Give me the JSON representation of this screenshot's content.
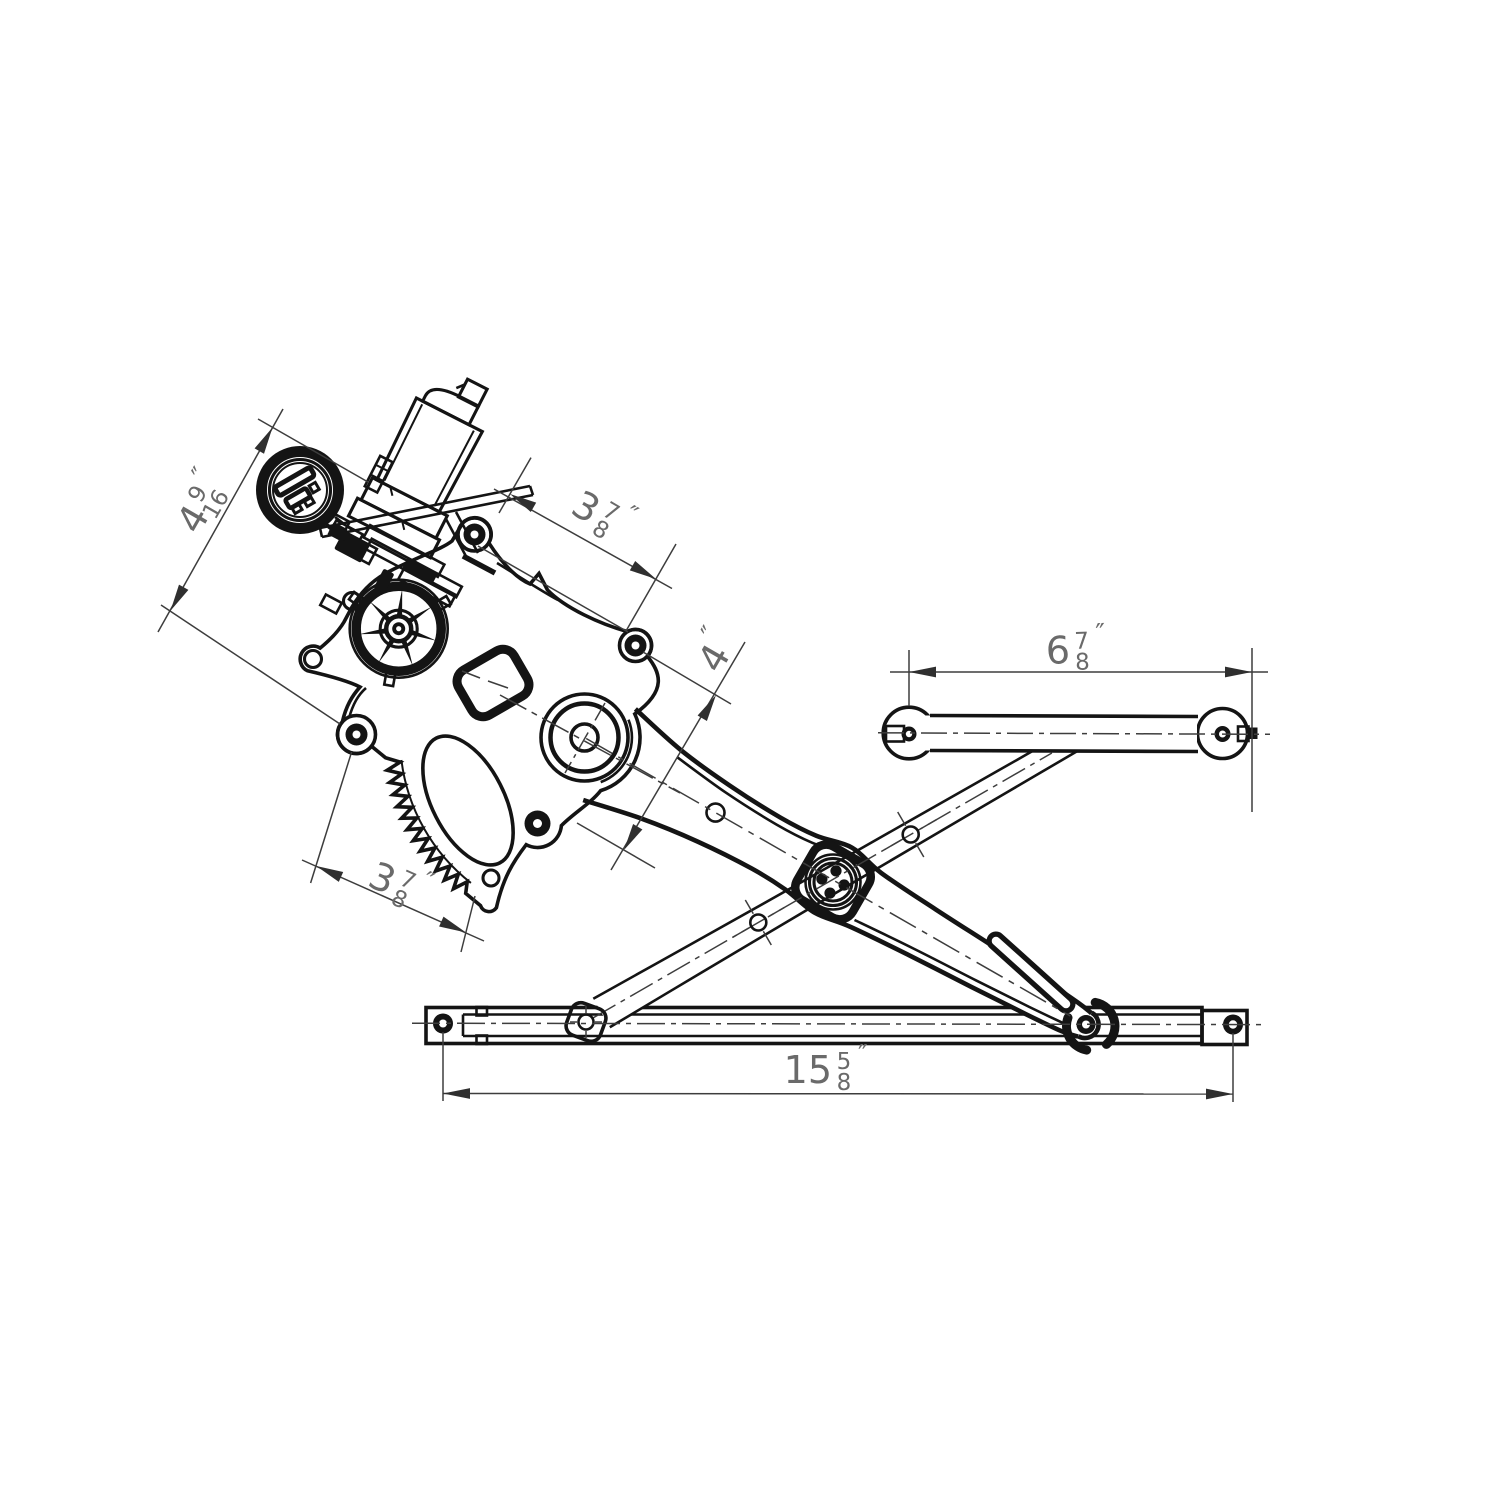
{
  "page": {
    "background": "#ffffff",
    "kind": "technical-line-drawing"
  },
  "colors": {
    "part_line": "#141414",
    "dim_line": "#3d3d3d",
    "dim_text": "#6a6a6a",
    "paper": "#ffffff"
  },
  "dims": {
    "motor_span": {
      "whole": "4",
      "numerator": "9",
      "denominator": "16",
      "unit": "″"
    },
    "upper_plate": {
      "whole": "3",
      "numerator": "7",
      "denominator": "8",
      "unit": "″"
    },
    "plate_to_arm": {
      "whole": "4",
      "unit": "″"
    },
    "lower_plate": {
      "whole": "3",
      "numerator": "7",
      "denominator": "8",
      "unit": "″"
    },
    "upper_rail": {
      "whole": "6",
      "numerator": "7",
      "denominator": "8",
      "unit": "″"
    },
    "lower_rail": {
      "whole": "15",
      "numerator": "5",
      "denominator": "8",
      "unit": "″"
    }
  }
}
